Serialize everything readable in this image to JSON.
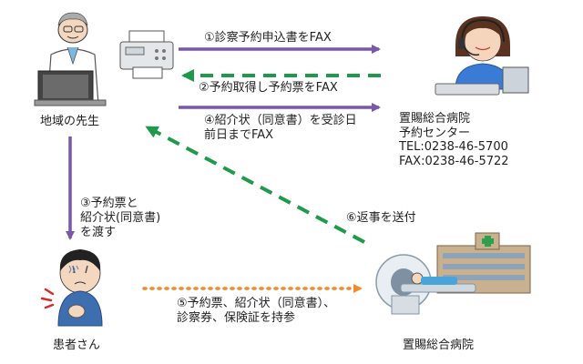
{
  "nodes": {
    "doctor": "地域の先生",
    "patient": "患者さん",
    "hospital": "置賜総合病院",
    "center": {
      "name": "置賜総合病院",
      "dept": "予約センター",
      "tel": "TEL:0238-46-5700",
      "fax": "FAX:0238-46-5722"
    }
  },
  "steps": {
    "s1": "①診察予約申込書をFAX",
    "s2": "②予約取得し予約票をFAX",
    "s4_line1": "④紹介状（同意書）を受診日",
    "s4_line2": "前日までFAX",
    "s3_line1": "③予約票と",
    "s3_line2": "紹介状(同意書)",
    "s3_line3": "を渡す",
    "s5_line1": "⑤予約票、紹介状（同意書）、",
    "s5_line2": "診察券、保険証を持参",
    "s6": "⑥返事を送付"
  },
  "colors": {
    "purple": "#7a57a8",
    "green": "#1e9a4a",
    "orange": "#f08a2a"
  }
}
